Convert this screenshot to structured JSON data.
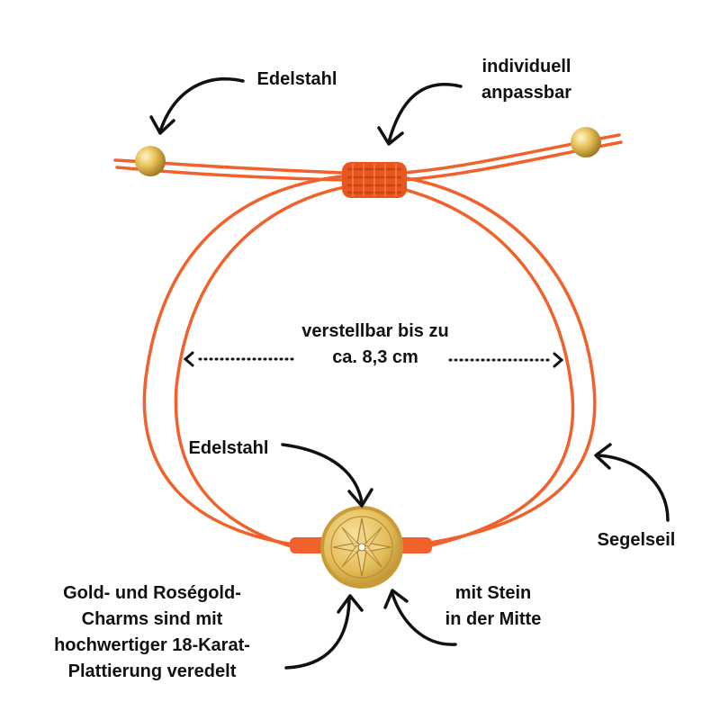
{
  "labels": {
    "stainless_steel_bead": "Edelstahl",
    "adjustable": [
      "individuell",
      "anpassbar"
    ],
    "size_range": [
      "verstellbar bis zu",
      "ca. 8,3 cm"
    ],
    "stainless_steel_charm": "Edelstahl",
    "sailing_rope": "Segelseil",
    "center_stone": [
      "mit Stein",
      "in der Mitte"
    ],
    "plating_note": [
      "Gold- und Roségold-",
      "Charms sind mit",
      "hochwertiger 18-Karat-",
      "Plattierung veredelt"
    ]
  },
  "colors": {
    "cord": "#f0612c",
    "gold": "#e3bd59",
    "text": "#111111"
  },
  "icons": [
    "curved-arrow-icon",
    "dotted-double-arrow-icon",
    "compass-rose-icon",
    "gemstone-icon"
  ]
}
